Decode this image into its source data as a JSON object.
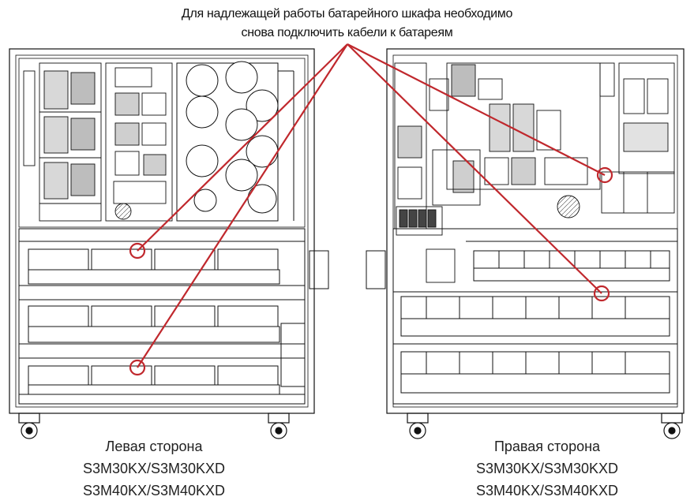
{
  "annotation": {
    "line1": "Для надлежащей работы батарейного шкафа необходимо",
    "line2": "снова подключить кабели к батареям"
  },
  "left_caption": {
    "title": "Левая сторона",
    "model1": "S3M30KX/S3M30KXD",
    "model2": "S3M40KX/S3M40KXD"
  },
  "right_caption": {
    "title": "Правая сторона",
    "model1": "S3M30KX/S3M30KXD",
    "model2": "S3M40KX/S3M40KXD"
  },
  "colors": {
    "line": "#111111",
    "callout": "#c0282d",
    "background": "#ffffff"
  }
}
